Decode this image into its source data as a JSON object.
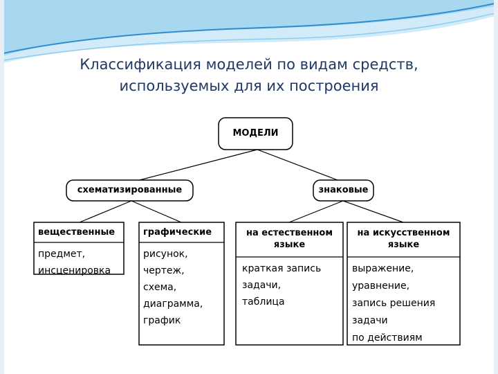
{
  "slide": {
    "title_line1": "Классификация моделей по видам средств,",
    "title_line2": "используемых для их построения"
  },
  "diagram": {
    "root": "МОДЕЛИ",
    "branches": [
      {
        "label": "схематизированные"
      },
      {
        "label": "знаковые"
      }
    ],
    "categories": [
      {
        "title": "вещественные",
        "items": [
          "предмет,",
          "инсценировка"
        ]
      },
      {
        "title": "графические",
        "items": [
          "рисунок,",
          "чертеж,",
          "схема,",
          "диаграмма,",
          "график"
        ]
      },
      {
        "title_line1": "на естественном",
        "title_line2": "языке",
        "items": [
          "краткая запись",
          "задачи,",
          "таблица"
        ]
      },
      {
        "title_line1": "на искусственном",
        "title_line2": "языке",
        "items": [
          "выражение,",
          "уравнение,",
          "запись решения",
          "задачи",
          "по действиям"
        ]
      }
    ]
  },
  "colors": {
    "title": "#1f3864",
    "wave": "#4aa3d8",
    "line": "#000000"
  }
}
